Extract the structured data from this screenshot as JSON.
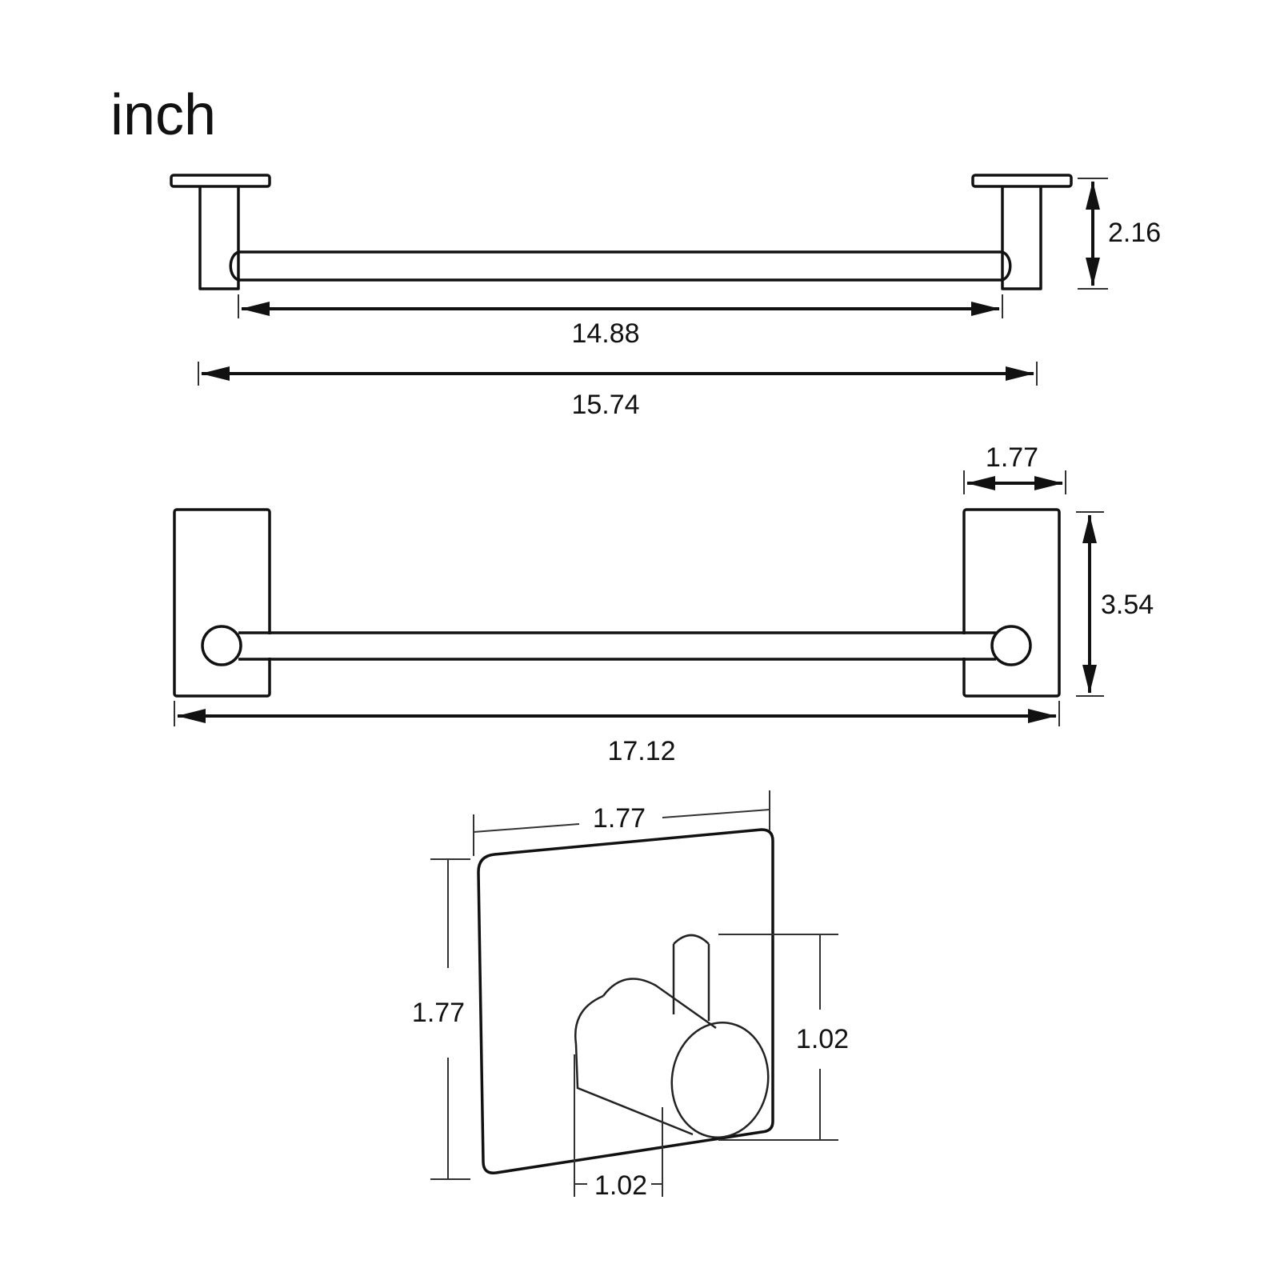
{
  "unit": "inch",
  "top_view": {
    "depth": "2.16",
    "bar_length": "14.88",
    "overall_length": "15.74"
  },
  "front_view": {
    "bracket_width": "1.77",
    "bracket_height": "3.54",
    "overall_length": "17.12"
  },
  "hook_view": {
    "plate_width": "1.77",
    "plate_height": "1.77",
    "hook_height": "1.02",
    "hook_diameter": "1.02"
  }
}
